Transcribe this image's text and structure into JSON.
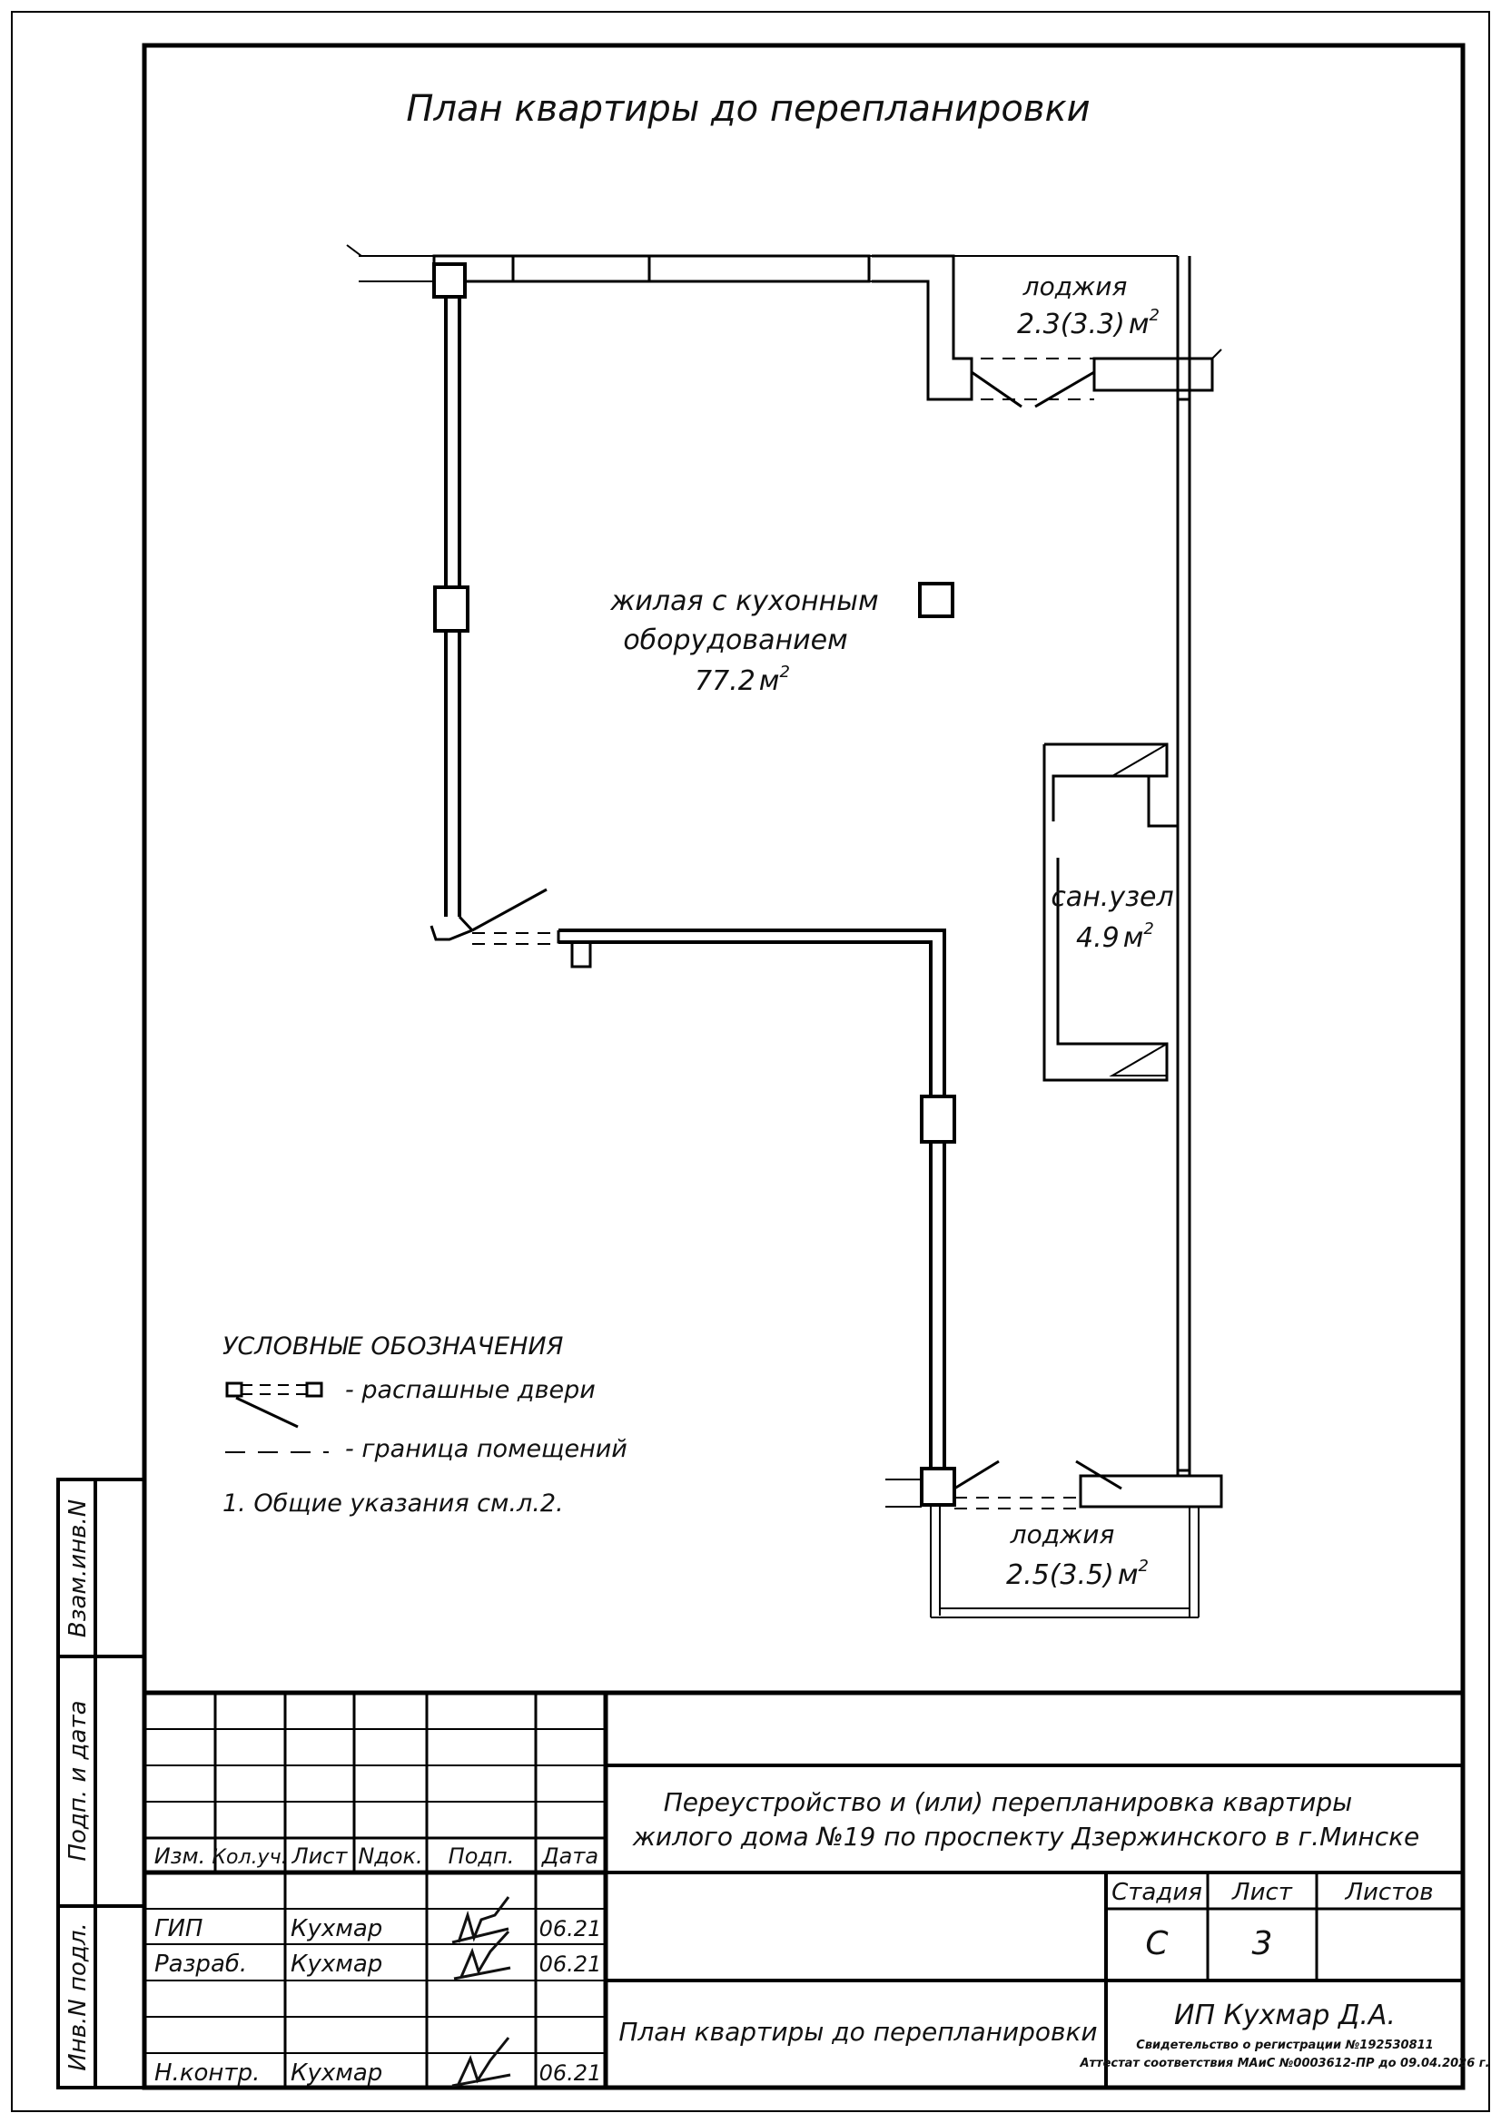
{
  "sheet": {
    "title": "План квартиры до перепланировки"
  },
  "rooms": {
    "loggia_top": {
      "name": "лоджия",
      "area": "2.3(3.3)",
      "unit": "м",
      "sup": "2"
    },
    "living": {
      "line1": "жилая с кухонным",
      "line2": "оборудованием",
      "area": "77.2",
      "unit": "м",
      "sup": "2"
    },
    "bathroom": {
      "name": "сан.узел",
      "area": "4.9",
      "unit": "м",
      "sup": "2"
    },
    "loggia_bottom": {
      "name": "лоджия",
      "area": "2.5(3.5)",
      "unit": "м",
      "sup": "2"
    }
  },
  "legend": {
    "title": "УСЛОВНЫЕ ОБОЗНАЧЕНИЯ",
    "doors": "- распашные двери",
    "boundary": "- граница помещений",
    "note": "1.  Общие указания см.л.2."
  },
  "side_stamp": {
    "vzam": "Взам.инв.N",
    "podp": "Подп. и дата",
    "inv": "Инв.N подл."
  },
  "title_block": {
    "headers": [
      "Изм.",
      "Кол.уч.",
      "Лист",
      "Nдок.",
      "Подп.",
      "Дата"
    ],
    "rows": [
      {
        "role": "ГИП",
        "name": "Кухмар",
        "date": "06.21"
      },
      {
        "role": "Разраб.",
        "name": "Кухмар",
        "date": "06.21"
      },
      {
        "role": "Н.контр.",
        "name": "Кухмар",
        "date": "06.21"
      }
    ],
    "project_line1": "Переустройство и (или) перепланировка квартиры",
    "project_line2": "жилого дома №19 по проспекту Дзержинского в г.Минске",
    "stage_header": "Стадия",
    "sheet_header": "Лист",
    "sheets_header": "Листов",
    "stage": "С",
    "sheet": "3",
    "sheets": "",
    "drawing_name": "План квартиры до перепланировки",
    "company": "ИП Кухмар Д.А.",
    "cert1": "Свидетельство о регистрации №192530811",
    "cert2": "Аттестат соответствия МАиС №0003612-ПР до 09.04.2026 г."
  }
}
